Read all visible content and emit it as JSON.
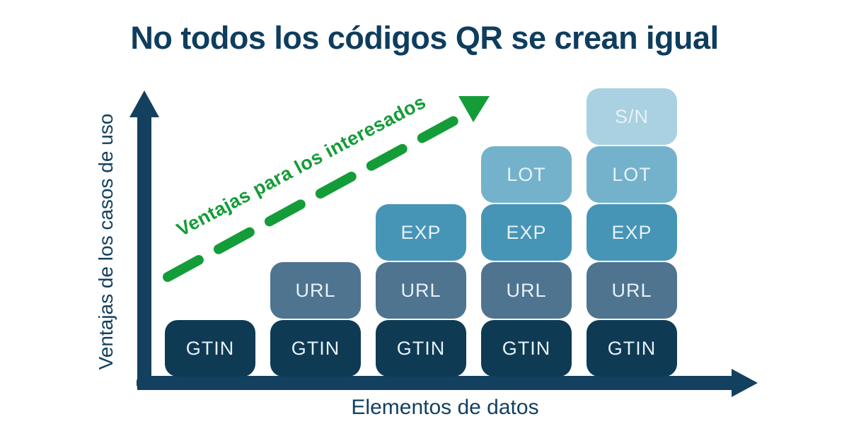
{
  "title": "No todos los códigos QR se crean igual",
  "arrow_label": "Ventajas para los interesados",
  "colors": {
    "title": "#0e3d5e",
    "navy": "#13405f",
    "green": "#139c38",
    "block_text": "#e9f1f7",
    "gtin": "#0e3a54",
    "url": "#4e7490",
    "exp": "#4795b6",
    "lot": "#74b2cb",
    "sn": "#a9d1e1"
  },
  "chart_data": {
    "type": "stacked-blocks",
    "x_axis_title": "Elementos de datos",
    "y_axis_title": "Ventajas de los casos de uso",
    "annotation": "Ventajas para los interesados",
    "columns": [
      {
        "blocks": [
          "GTIN"
        ]
      },
      {
        "blocks": [
          "GTIN",
          "URL"
        ]
      },
      {
        "blocks": [
          "GTIN",
          "URL",
          "EXP"
        ]
      },
      {
        "blocks": [
          "GTIN",
          "URL",
          "EXP",
          "LOT"
        ]
      },
      {
        "blocks": [
          "GTIN",
          "URL",
          "EXP",
          "LOT",
          "S/N"
        ]
      }
    ]
  }
}
